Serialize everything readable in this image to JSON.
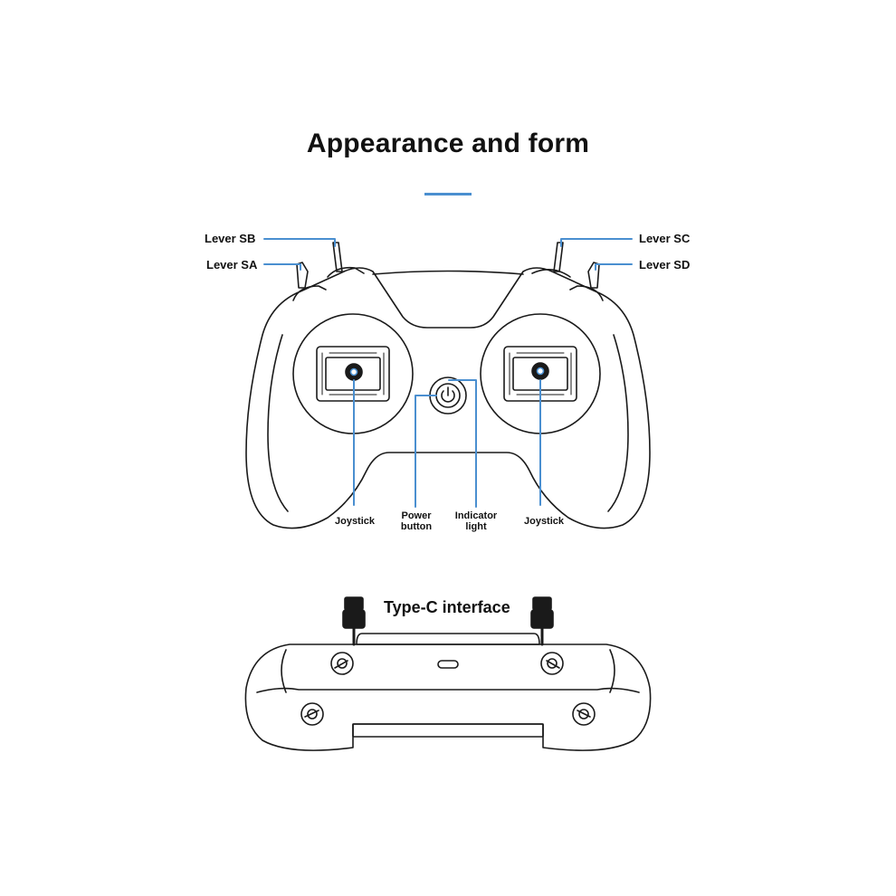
{
  "title": "Appearance and form",
  "accent_color": "#4a8fd0",
  "line_color": "#1a1a1a",
  "labels": {
    "lever_sb": "Lever SB",
    "lever_sa": "Lever SA",
    "lever_sc": "Lever SC",
    "lever_sd": "Lever SD",
    "joystick_left": "Joystick",
    "power_line1": "Power",
    "power_line2": "button",
    "indicator_line1": "Indicator",
    "indicator_line2": "light",
    "joystick_right": "Joystick",
    "type_c": "Type-C interface"
  }
}
